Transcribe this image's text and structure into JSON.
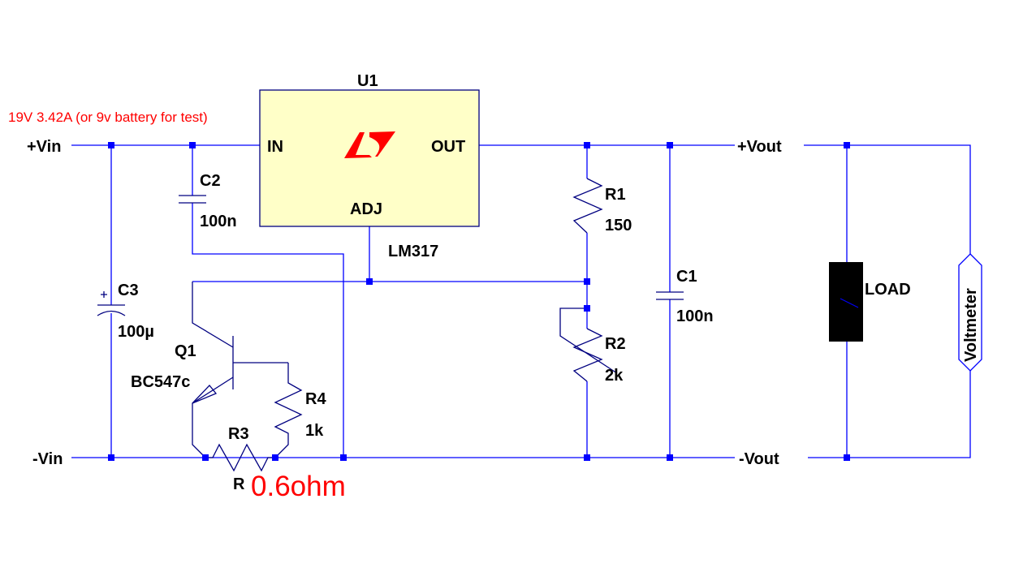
{
  "annotation": "19V 3.42A (or 9v battery for test)",
  "r3_note": "0.6ohm",
  "ports": {
    "vin_pos": "+Vin",
    "vin_neg": "-Vin",
    "vout_pos": "+Vout",
    "vout_neg": "-Vout"
  },
  "u1": {
    "ref": "U1",
    "part": "LM317",
    "pin_in": "IN",
    "pin_out": "OUT",
    "pin_adj": "ADJ",
    "logo": "LT"
  },
  "c1": {
    "ref": "C1",
    "value": "100n"
  },
  "c2": {
    "ref": "C2",
    "value": "100n"
  },
  "c3": {
    "ref": "C3",
    "value": "100µ"
  },
  "r1": {
    "ref": "R1",
    "value": "150"
  },
  "r2": {
    "ref": "R2",
    "value": "2k"
  },
  "r3": {
    "ref": "R3",
    "value": "R"
  },
  "r4": {
    "ref": "R4",
    "value": "1k"
  },
  "q1": {
    "ref": "Q1",
    "part": "BC547c"
  },
  "load": {
    "label": "LOAD"
  },
  "voltmeter": {
    "label": "Voltmeter"
  },
  "colors": {
    "wire": "#0000ff",
    "component": "#000080",
    "annotation": "#ff0000",
    "ic_fill": "#ffffc8"
  }
}
